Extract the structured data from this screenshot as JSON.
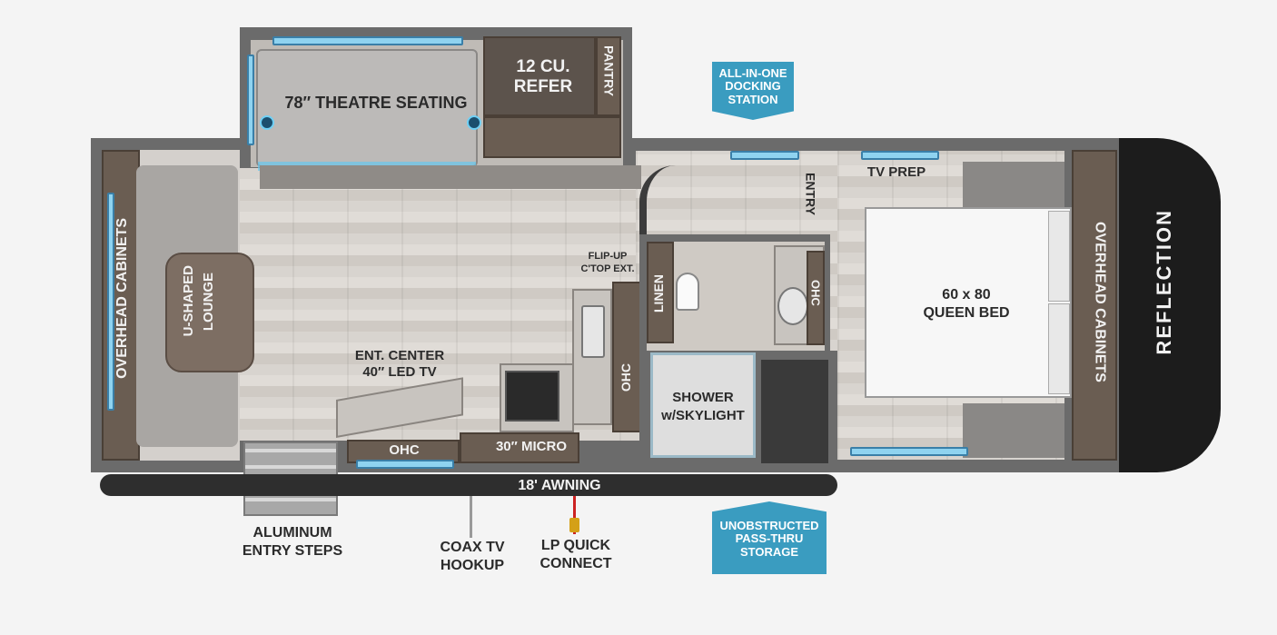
{
  "labels": {
    "theatre_seating": "78″ THEATRE SEATING",
    "refer_line1": "12 CU.",
    "refer_line2": "REFER",
    "pantry": "PANTRY",
    "overhead_cabinets_left": "OVERHEAD CABINETS",
    "u_shaped_lounge_line1": "U-SHAPED",
    "u_shaped_lounge_line2": "LOUNGE",
    "ent_center_line1": "ENT. CENTER",
    "ent_center_line2": "40″ LED TV",
    "flip_up_line1": "FLIP-UP",
    "flip_up_line2": "C'TOP EXT.",
    "linen": "LINEN",
    "ohc_kitchen": "OHC",
    "ohc_bottom": "OHC",
    "micro": "30″ MICRO",
    "ohc_bath": "OHC",
    "shower_line1": "SHOWER",
    "shower_line2": "w/SKYLIGHT",
    "entry": "ENTRY",
    "tv_prep": "TV PREP",
    "queen_bed_line1": "60 x 80",
    "queen_bed_line2": "QUEEN BED",
    "overhead_cabinets_right": "OVERHEAD CABINETS",
    "brand": "REFLECTION",
    "awning": "18' AWNING",
    "steps_line1": "ALUMINUM",
    "steps_line2": "ENTRY STEPS",
    "coax_line1": "COAX TV",
    "coax_line2": "HOOKUP",
    "lp_line1": "LP QUICK",
    "lp_line2": "CONNECT"
  },
  "callouts": {
    "docking_line1": "ALL-IN-ONE",
    "docking_line2": "DOCKING",
    "docking_line3": "STATION",
    "storage_line1": "UNOBSTRUCTED",
    "storage_line2": "PASS-THRU",
    "storage_line3": "STORAGE"
  },
  "colors": {
    "callout": "#3a9cc0",
    "window": "#8fd3f0",
    "wall": "#6b6b6b",
    "cabinet": "#6a5d52",
    "awning": "#2e2e2e",
    "lp_line": "#cc2222"
  }
}
